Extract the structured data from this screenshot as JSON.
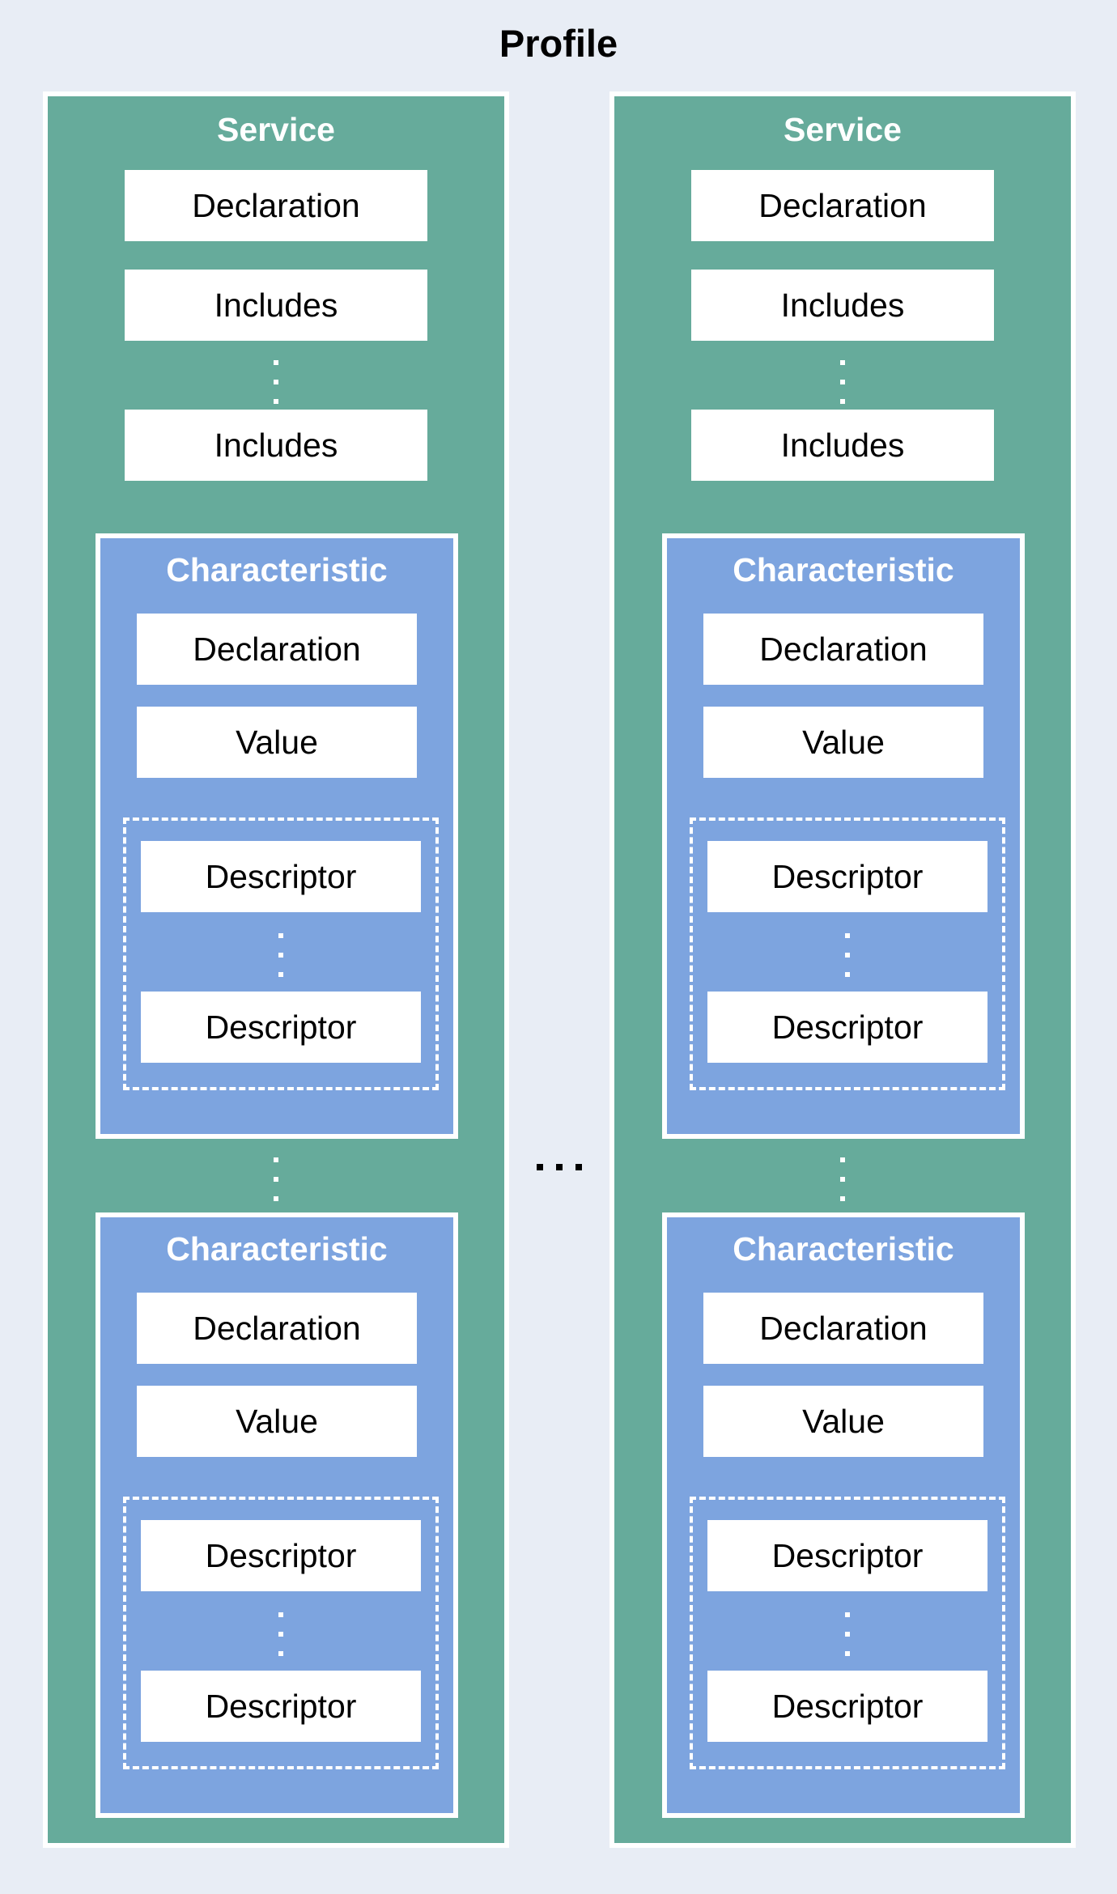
{
  "page_title": "Profile",
  "ellipses": {
    "between_services": ". . .",
    "vertical": "..."
  },
  "colors": {
    "background": "#E8EDF5",
    "service_fill": "#66AB9B",
    "characteristic_fill": "#7DA4DF",
    "box_fill": "#FFFFFF",
    "header_text": "#FFFFFF",
    "label_text": "#000000"
  },
  "services": [
    {
      "title": "Service",
      "declaration": "Declaration",
      "includes": [
        "Includes",
        "Includes"
      ],
      "characteristics": [
        {
          "title": "Characteristic",
          "declaration": "Declaration",
          "value": "Value",
          "descriptors": [
            "Descriptor",
            "Descriptor"
          ]
        },
        {
          "title": "Characteristic",
          "declaration": "Declaration",
          "value": "Value",
          "descriptors": [
            "Descriptor",
            "Descriptor"
          ]
        }
      ]
    },
    {
      "title": "Service",
      "declaration": "Declaration",
      "includes": [
        "Includes",
        "Includes"
      ],
      "characteristics": [
        {
          "title": "Characteristic",
          "declaration": "Declaration",
          "value": "Value",
          "descriptors": [
            "Descriptor",
            "Descriptor"
          ]
        },
        {
          "title": "Characteristic",
          "declaration": "Declaration",
          "value": "Value",
          "descriptors": [
            "Descriptor",
            "Descriptor"
          ]
        }
      ]
    }
  ]
}
